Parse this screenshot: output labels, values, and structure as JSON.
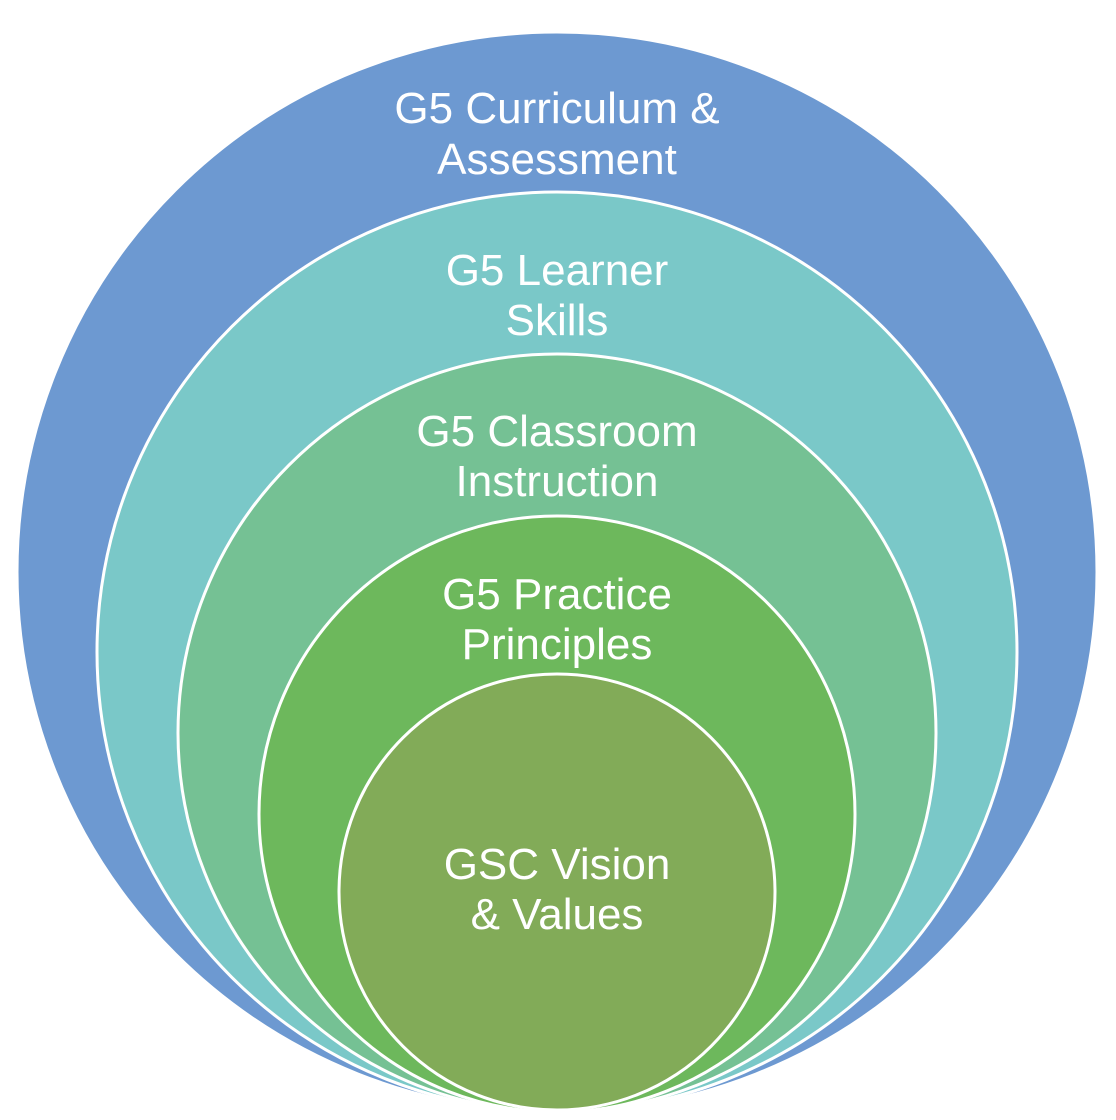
{
  "rings": [
    {
      "line1": "G5 Curriculum &",
      "line2": "Assessment",
      "color": "#6D99D1"
    },
    {
      "line1": "G5 Learner",
      "line2": "Skills",
      "color": "#7AC8C8"
    },
    {
      "line1": "G5 Classroom",
      "line2": "Instruction",
      "color": "#75C194"
    },
    {
      "line1": "G5 Practice",
      "line2": "Principles",
      "color": "#6DB85C"
    },
    {
      "line1": "GSC Vision",
      "line2": "& Values",
      "color": "#82AB58"
    }
  ]
}
